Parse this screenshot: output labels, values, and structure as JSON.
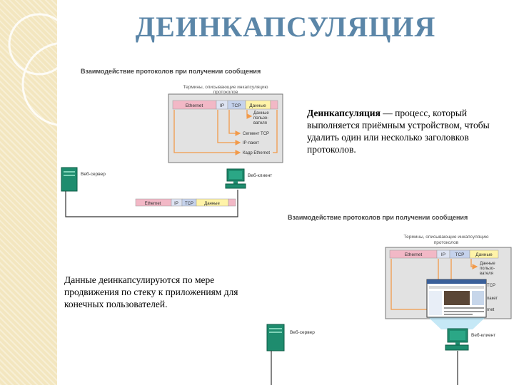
{
  "page": {
    "title": "ДЕИНКАПСУЛЯЦИЯ"
  },
  "text_blocks": {
    "definition_term": "Деинкапсуляция",
    "definition_rest": " — процесс, который выполняется приёмным устройством, чтобы удалить один или несколько заголовков протоколов.",
    "note": "Данные деинкапсулируются по мере продвижения по стеку к приложениям для конечных пользователей."
  },
  "diagram": {
    "heading": "Взаимодействие протоколов при получении сообщения",
    "box_caption_line1": "Термины, описывающие инкапсуляцию",
    "box_caption_line2": "протоколов",
    "pdu": {
      "ethernet": "Ethernet",
      "ip": "IP",
      "tcp": "TCP",
      "data": "Данные"
    },
    "labels": {
      "user_data_1": "Данные",
      "user_data_2": "пользо-",
      "user_data_3": "вателя",
      "tcp_segment": "Сегмент TCP",
      "ip_packet": "IP-пакет",
      "ethernet_frame": "Кадр Ethernet",
      "tcp_partial": "TCP",
      "packet_partial": "пакет",
      "ethernet_partial": "rnet"
    },
    "server_label": "Веб-сервер",
    "client_label": "Веб-клиент"
  },
  "colors": {
    "title": "#5b86a8",
    "ethernet": "#f2b8c6",
    "ip": "#dde3f2",
    "tcp": "#c5d2ec",
    "data": "#fff3a8",
    "arrow": "#f29a4a",
    "device": "#1e8c6e"
  }
}
